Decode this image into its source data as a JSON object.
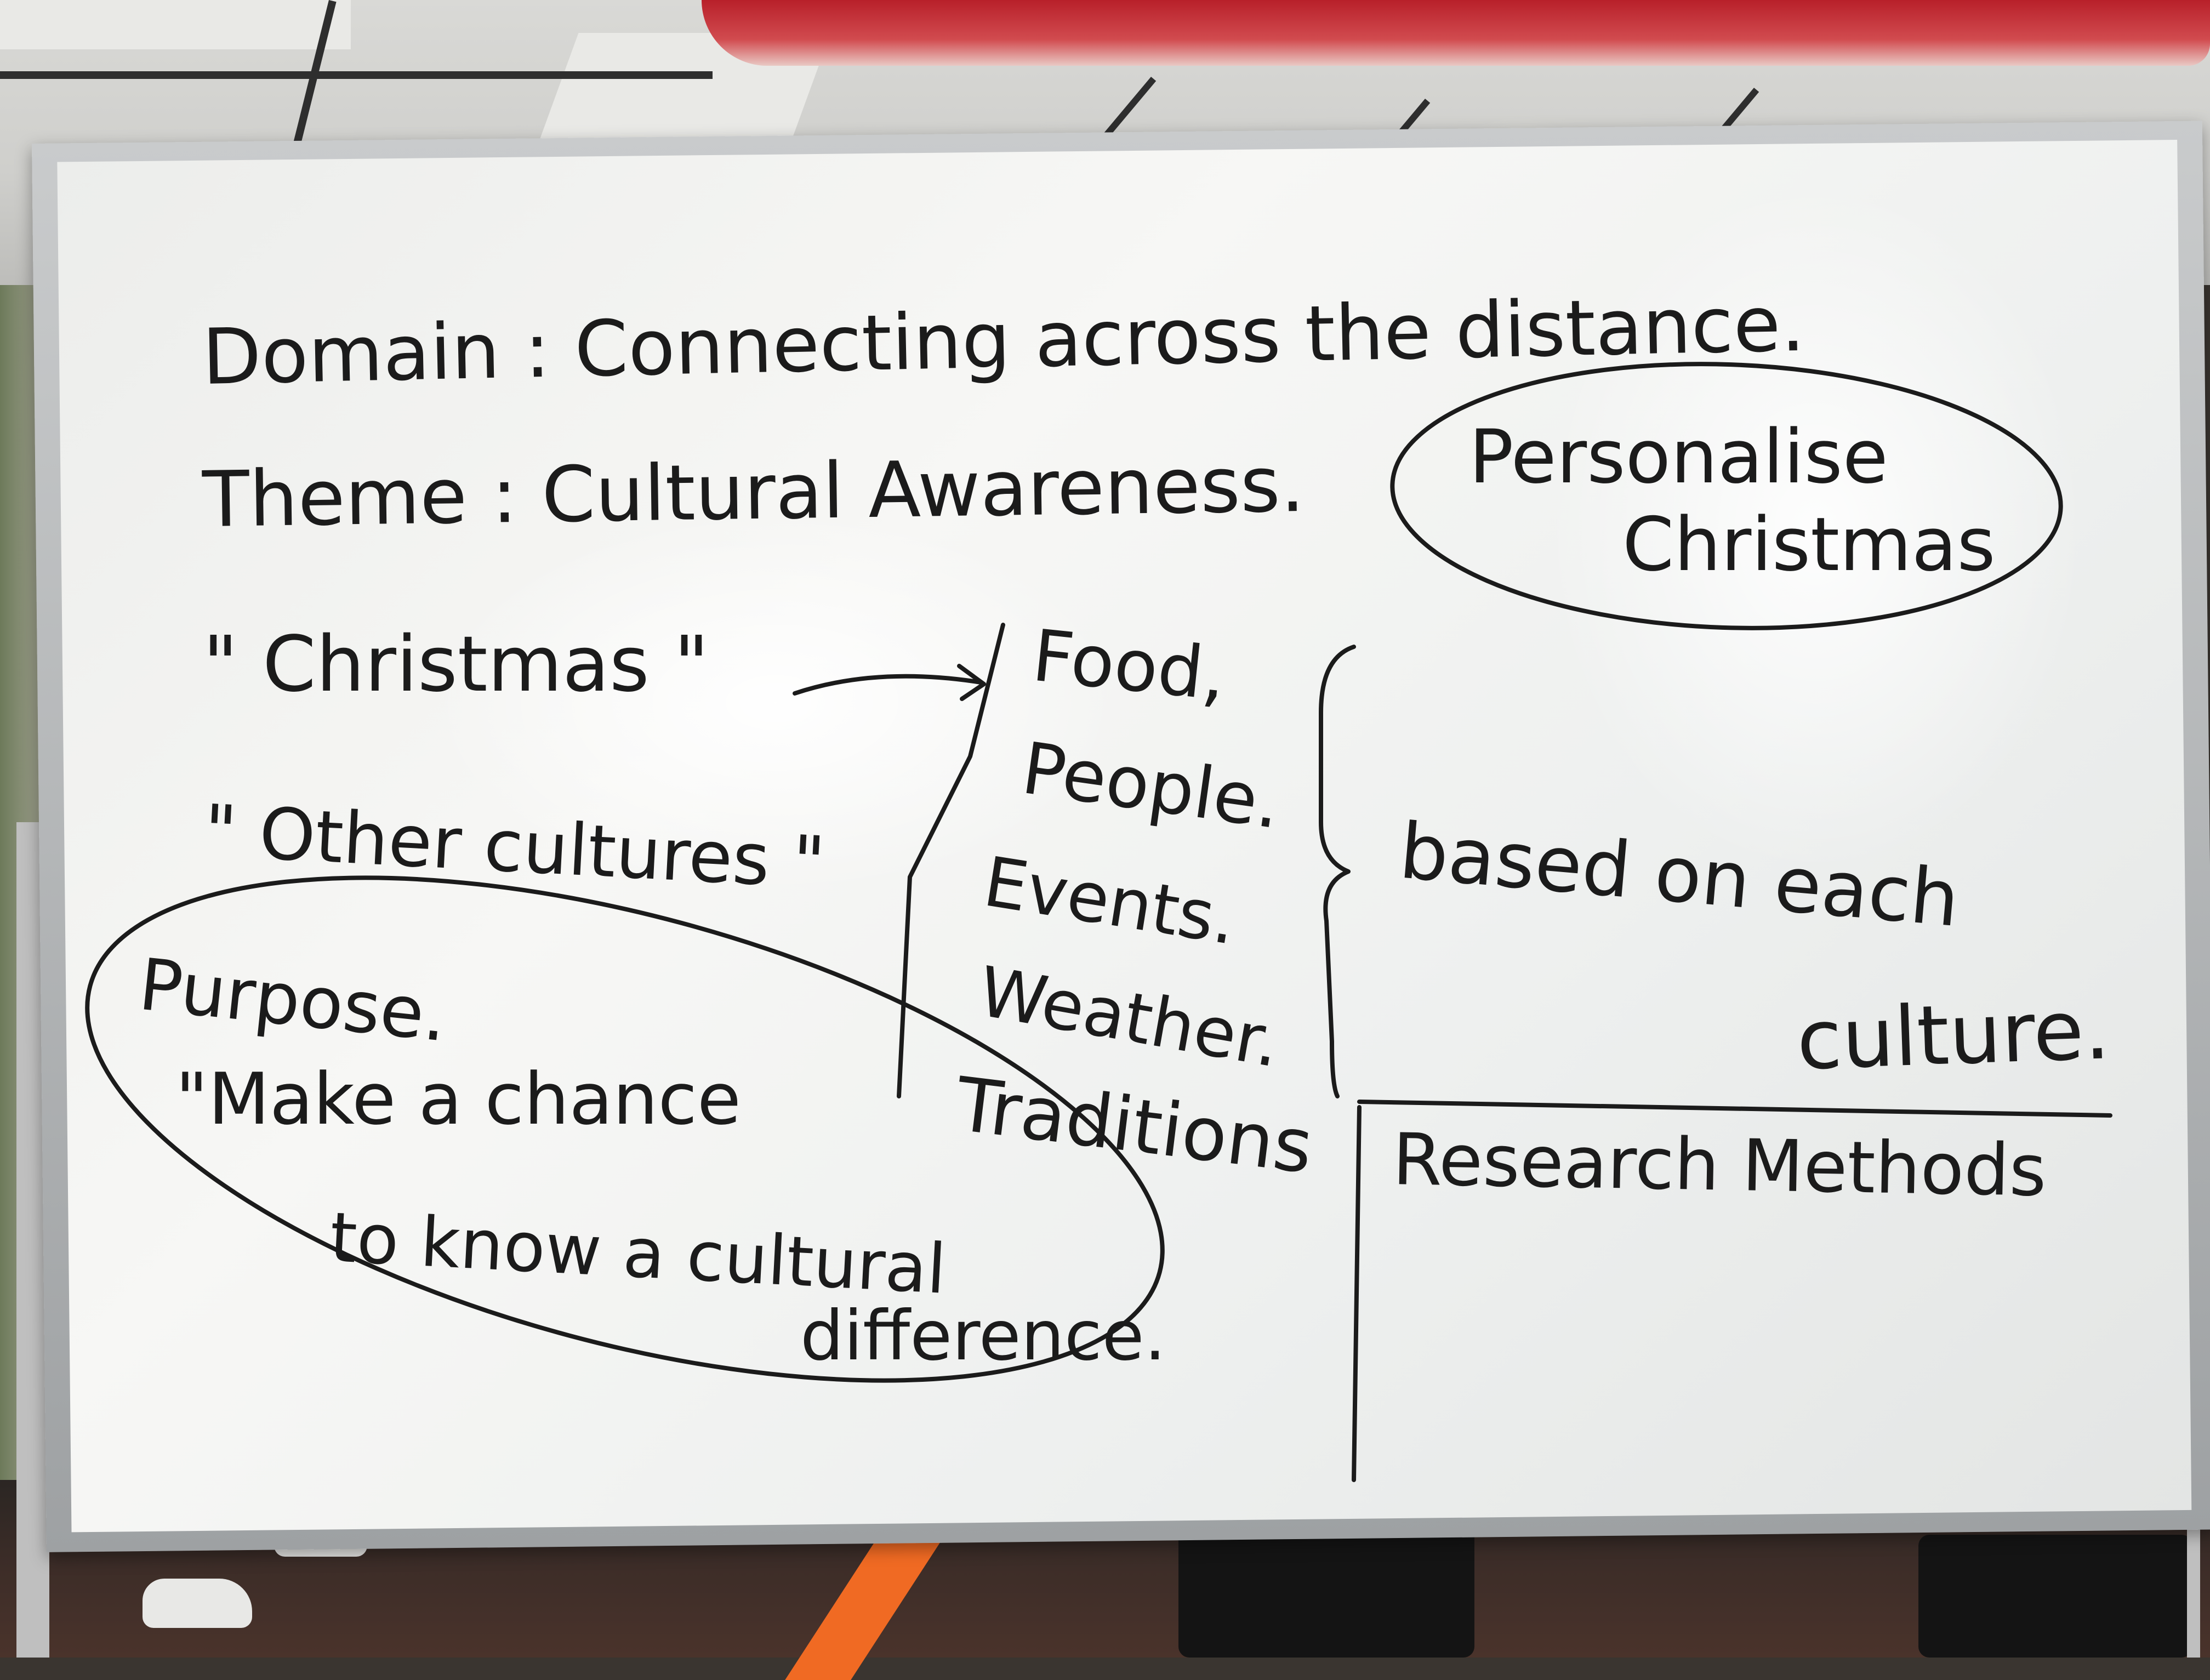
{
  "whiteboard": {
    "domain_line": "Domain : Connecting across the distance.",
    "theme_line": "Theme : Cultural Awareness.",
    "quote_christmas": "\" Christmas \"",
    "quote_other_cultures": "\" Other cultures \"",
    "aspects": [
      "Food,",
      "People.",
      "Events.",
      "Weather.",
      "Traditions"
    ],
    "based_on": [
      "based on each",
      "culture."
    ],
    "personalise": [
      "Personalise",
      "Christmas"
    ],
    "purpose_label": "Purpose.",
    "purpose_text": [
      "\"Make a chance",
      "to know a cultural",
      "difference."
    ],
    "research_methods": "Research Methods"
  }
}
